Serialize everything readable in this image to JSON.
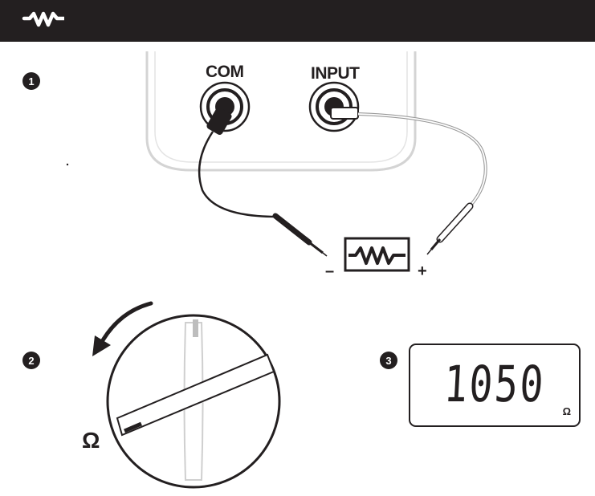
{
  "header": {
    "logo_icon": "resistor-zigzag-icon",
    "background": "#231f20"
  },
  "steps": [
    {
      "number": "1"
    },
    {
      "number": "2"
    },
    {
      "number": "3"
    }
  ],
  "meter": {
    "com_label": "COM",
    "input_label": "INPUT",
    "negative_sign": "–",
    "positive_sign": "+",
    "resistor_icon": "resistor-zigzag-icon"
  },
  "dial": {
    "ohm_symbol": "Ω",
    "rotation_icon": "counterclockwise-arrow-icon"
  },
  "display": {
    "value": "1050",
    "unit": "Ω"
  },
  "colors": {
    "ink": "#231f20",
    "meter_body": "#d9d9d9"
  }
}
